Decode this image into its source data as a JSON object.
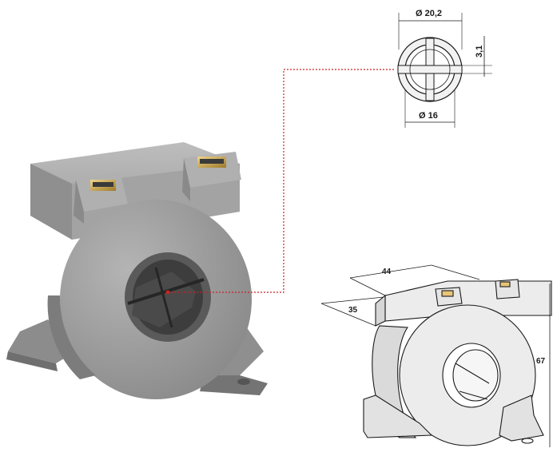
{
  "section_drawing": {
    "outer_diameter_label": "Ø 20,2",
    "slot_width_label": "3,1",
    "inner_diameter_label": "Ø 16"
  },
  "dimension_drawing": {
    "depth_label": "44",
    "base_depth_label": "35",
    "height_label": "67"
  },
  "colors": {
    "body_gray": "#9b9b9b",
    "leader_red": "#cc2222",
    "terminal_brass": "#c9a24a",
    "line_drawing": "#1a1a1a",
    "line_fill": "#ececec"
  }
}
